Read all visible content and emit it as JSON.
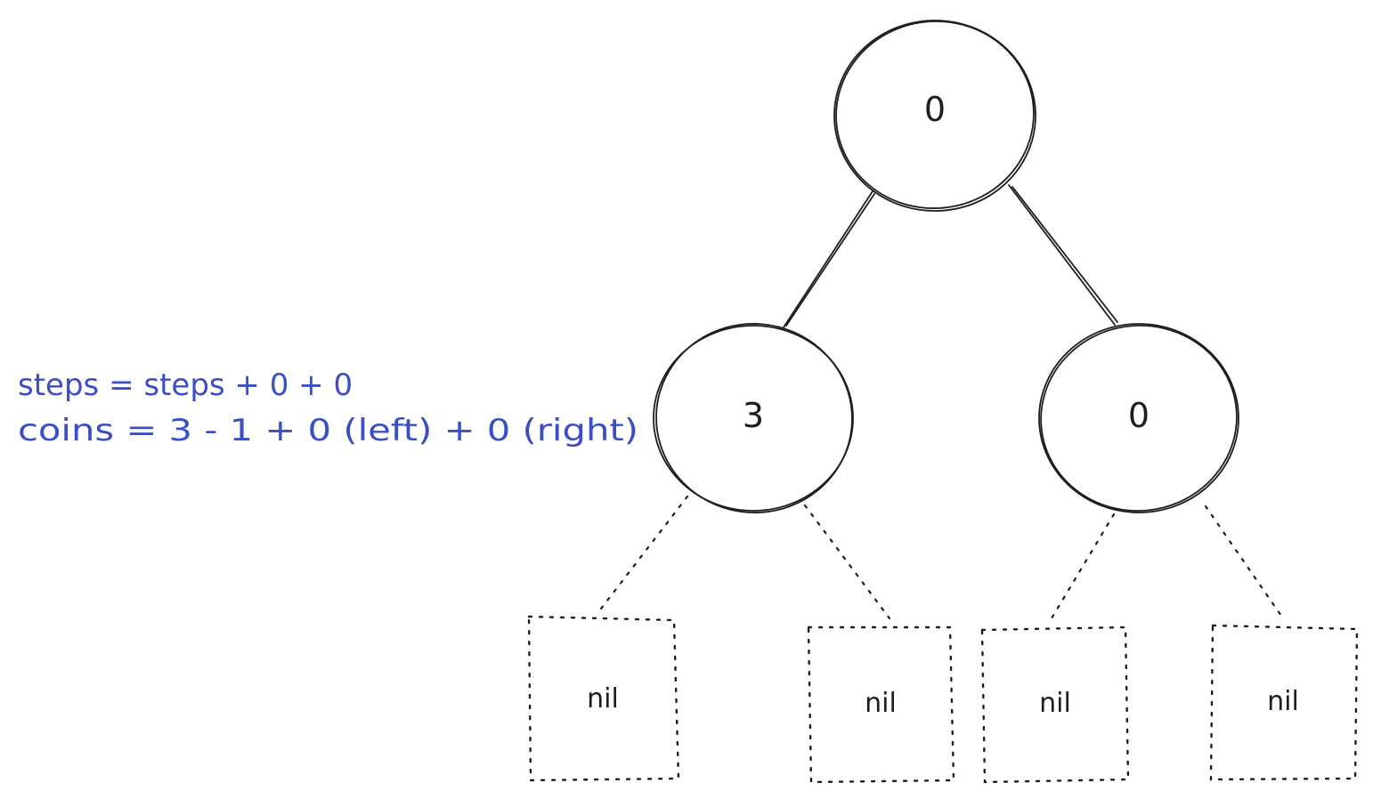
{
  "diagram": {
    "nodes": [
      {
        "id": "root",
        "value": "0"
      },
      {
        "id": "left",
        "value": "3"
      },
      {
        "id": "right",
        "value": "0"
      }
    ],
    "nil_nodes": [
      {
        "id": "left-left",
        "value": "nil"
      },
      {
        "id": "left-right",
        "value": "nil"
      },
      {
        "id": "right-left",
        "value": "nil"
      },
      {
        "id": "right-right",
        "value": "nil"
      }
    ],
    "edges": [
      {
        "from": "root",
        "to": "left",
        "style": "solid"
      },
      {
        "from": "root",
        "to": "right",
        "style": "solid"
      },
      {
        "from": "left",
        "to": "left-left",
        "style": "dotted"
      },
      {
        "from": "left",
        "to": "left-right",
        "style": "dotted"
      },
      {
        "from": "right",
        "to": "right-left",
        "style": "dotted"
      },
      {
        "from": "right",
        "to": "right-right",
        "style": "dotted"
      }
    ],
    "annotation": {
      "line1": "steps = steps + 0 + 0",
      "line2": "coins = 3 - 1 + 0 (left) + 0 (right)",
      "color": "#3b4fc4"
    },
    "stroke_color": "#1e1e1e"
  }
}
